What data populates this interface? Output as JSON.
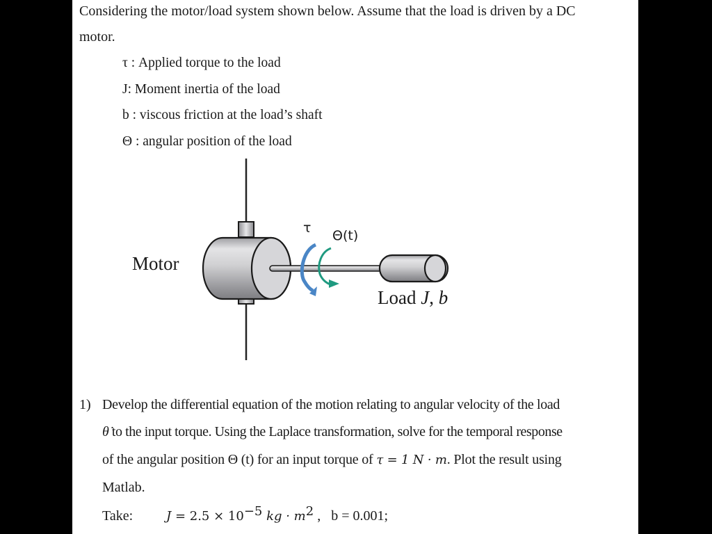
{
  "intro": {
    "line1": "Considering the motor/load system shown below. Assume that the load is driven by a DC",
    "line2": "motor."
  },
  "definitions": [
    {
      "symbol": "τ",
      "text": "τ : Applied torque to the load"
    },
    {
      "symbol": "J",
      "text": "J: Moment inertia of the load"
    },
    {
      "symbol": "b",
      "text": "b : viscous friction at the load’s shaft"
    },
    {
      "symbol": "Θ",
      "text": "Θ : angular position of the load"
    }
  ],
  "diagram": {
    "motor_label": "Motor",
    "tau_label": "τ",
    "theta_label": "Θ(t)",
    "load_label_prefix": "Load ",
    "load_label_J": "J",
    "load_label_sep": ", ",
    "load_label_b": "b",
    "colors": {
      "tau_arrow": "#4a86c6",
      "theta_arrow": "#1f9a80",
      "metal": "#c9c9cb",
      "outline": "#1a1a1a"
    }
  },
  "question": {
    "number": "1)",
    "line1": "Develop the differential equation of the motion relating to angular velocity of the load",
    "line2_symbol": "θ̇",
    "line2_rest": " to the input torque. Using the Laplace transformation, solve for the temporal response",
    "line3_a": "of the angular position Θ (t) for an input torque of ",
    "line3_eq": "τ = 1 N · m",
    "line3_b": ". Plot the result using",
    "line4": "Matlab.",
    "take_label": "Take:",
    "J_eq_lhs": "J",
    "J_eq_mid": " = 2.5 × 10",
    "J_exp": "−5",
    "J_units_a": " kg · m",
    "J_units_exp": "2",
    "J_sep": " ,   ",
    "b_eq": "b = 0.001;"
  }
}
